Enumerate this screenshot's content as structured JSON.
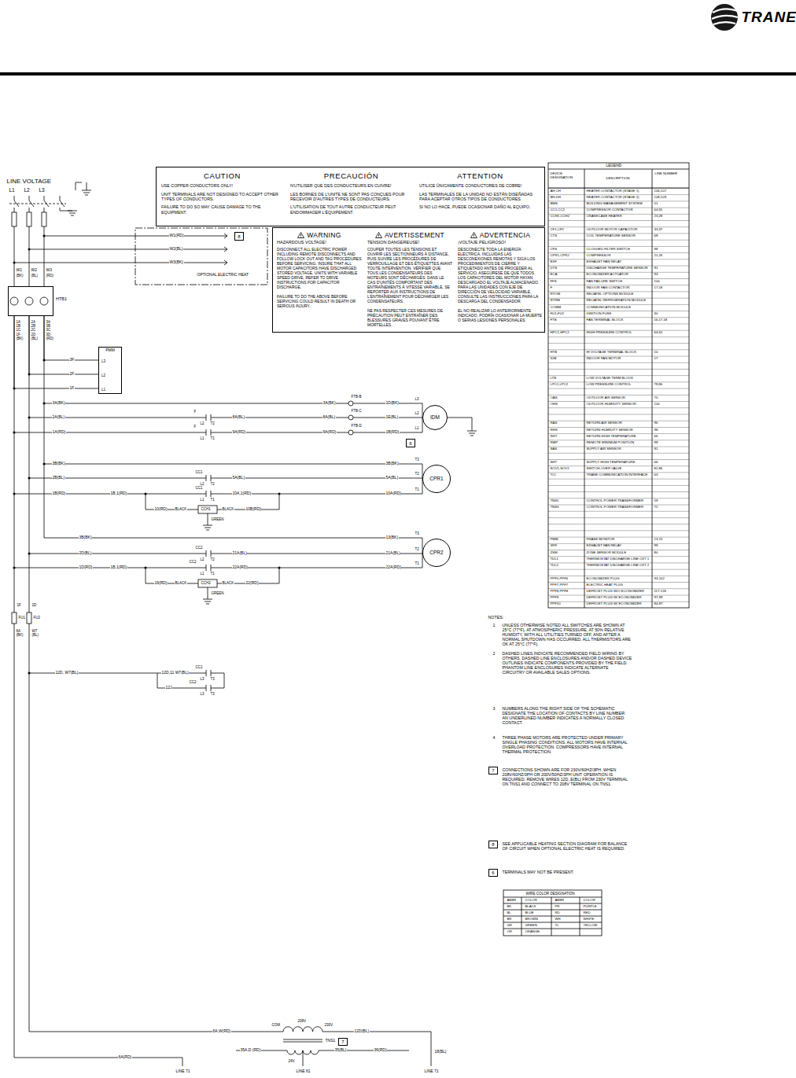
{
  "diagram": {
    "nodes": [
      {
        "text": [
          "CAUTION",
          "USE COPPER CONDUCTORS ONLY!",
          "UNIT TERMINALS ARE NOT DESIGNED TO ACCEPT OTHER TYPES OF CONDUCTORS.",
          "FAILURE TO DO SO MAY CAUSE DAMAGE TO THE EQUIPMENT.",
          "PRECAUCIÓN",
          "N'UTILISER QUE DES CONDUCTEURS EN CUIVRE!",
          "LES BORNES DE L'UNITE NE SONT PAS CONÇUES POUR RECEVOIR D'AUTRES TYPES DE CONDUCTEURS.",
          "L'UTILISATION DE TOUT AUTRE CONDUCTEUR PEUT ENDOMMAGER L'ÉQUIPEMENT.",
          "ATTENTION",
          "UTILICE ÚNICAMENTE CONDUCTORES DE COBRE!",
          "LAS TERMINALES DE LA UNIDAD NO ESTÁN DISEÑADAS PARA ACEPTAR OTROS TIPOS DE CONDUCTORES.",
          "SI NO LO HACE, PUEDE OCASIONAR DAÑO AL EQUIPO."
        ]
      },
      {
        "text": [
          "WARNING",
          "HAZARDOUS VOLTAGE!",
          "DISCONNECT ALL ELECTRIC POWER INCLUDING REMOTE DISCONNECTS AND FOLLOW LOCK OUT AND TAG PROCEDURES BEFORE SERVICING. INSURE THAT ALL MOTOR CAPACITORS HAVE DISCHARGED STORED VOLTAGE. UNITS WITH VARIABLE SPEED DRIVE, REFER TO DRIVE INSTRUCTIONS FOR CAPACITOR DISCHARGE.",
          "FAILURE TO DO THE ABOVE BEFORE SERVICING COULD RESULT IN DEATH OR SERIOUS INJURY.",
          "AVERTISSEMENT",
          "TENSION DANGEREUSE!",
          "COUPER TOUTES LES TENSIONS ET OUVRIR LES SECTIONNEURS À DISTANCE, PUIS SUIVRE LES PROCÉDURES DE VERROUILLAGE ET DES ÉTIQUETTES AVANT TOUTE INTERVENTION. VÉRIFIER QUE TOUS LES CONDENSATEURS DES MOTEURS SONT DÉCHARGÉS. DANS LE CAS D'UNITÉS COMPORTANT DES ENTRAÎNEMENTS À VITESSE VARIABLE, SE REPORTER AUX INSTRUCTIONS DE L'ENTRAÎNEMENT POUR DÉCHARGER LES CONDENSATEURS.",
          "NE PAS RESPECTER CES MESURES DE PRÉCAUTION PEUT ENTRAÎNER DES BLESSURES GRAVES POUVANT ÊTRE MORTELLES.",
          "ADVERTENCIA",
          "¡VOLTAJE PELIGROSO!",
          "DESCONECTE TODA LA ENERGÍA ELÉCTRICA, INCLUIDAS LAS DESCONEXIONES REMOTAS Y SIGA LOS PROCEDIMIENTOS DE CIERRE Y ETIQUETADO ANTES DE PROCEDER AL SERVICIO. ASEGÚRESE DE QUE TODOS LOS CAPACITORES DEL MOTOR HAYAN DESCARGADO EL VOLTAJE ALMACENADO. PARA LAS UNIDADES CON EJE DE DIRECCIÓN DE VELOCIDAD VARIABLE, CONSULTE LAS INSTRUCCIONES PARA LA DESCARGA DEL CONDENSADOR.",
          "EL NO REALIZAR LO ANTERIORMENTE INDICADO, PODRÍA OCASIONAR LA MUERTE O SERIAS LESIONES PERSONALES."
        ]
      },
      {
        "text": [
          "8"
        ]
      },
      {
        "text": [
          "HTB1"
        ]
      },
      {
        "text": [
          "PMM",
          "L3",
          "L2",
          "L1"
        ]
      },
      {
        "text": [
          "IDM"
        ]
      },
      {
        "text": [
          "6"
        ]
      },
      {
        "text": [
          "CPR1"
        ]
      },
      {
        "text": [
          "CPR2"
        ]
      },
      {
        "text": [
          "7"
        ]
      },
      {
        "text": [
          "7"
        ]
      },
      {
        "text": [
          "8"
        ]
      },
      {
        "text": [
          "6"
        ]
      }
    ],
    "edges": [
      {
        "from": 3,
        "to": 4,
        "arrow": "none"
      },
      {
        "from": 3,
        "to": 4,
        "arrow": "none"
      },
      {
        "from": 3,
        "to": 4,
        "arrow": "none"
      }
    ],
    "labels": [
      "TRANE",
      "LINE VOLTAGE",
      "L1",
      "L2",
      "L3",
      "W1",
      "W2",
      "W3",
      "(BK)",
      "(BL)",
      "(RD)",
      "1A 1B 1C 1F (BK)",
      "2A 2B 2C 2D (BL)",
      "3A 3B 3C 3D (RD)",
      "W1(RD)",
      "W2(BL)",
      "W3(BK)",
      "OPTIONAL ELECTRIC HEAT",
      "3F",
      "2F",
      "1F",
      "3A(BK)",
      "2A(BL)",
      "1A(RD)",
      "F",
      "L2",
      "T2",
      "F",
      "L1",
      "T1",
      "8A(BL)",
      "9A(RD)",
      "FTB-B",
      "FTB-C",
      "FTB-D",
      "3A(BK)",
      "8A(BL)",
      "9A(RD)",
      "1D(BK)",
      "1E(BL)",
      "1B(RD)",
      "L3",
      "L2",
      "L1",
      "3B(BK)",
      "2B(BL)",
      "1B(RD)",
      "CC1",
      "L2",
      "T2",
      "CC1",
      "L1",
      "T1",
      "5A(BL)",
      "1B,1(RD)",
      "10A,1(RD)",
      "3B(BK)",
      "T3",
      "5A(BL)",
      "T2",
      "10A(RD)",
      "T1",
      "10(RD)",
      "BLACK",
      "CCH1",
      "BLACK",
      "10B(RD)",
      "GREEN",
      "3B(BK)",
      "2D(BL)",
      "1D(RD)",
      "1B,1(RD)",
      "CC2",
      "L2",
      "T2",
      "CC2",
      "L1",
      "T1",
      "21A(BL)",
      "22A(RD)",
      "13(BK)",
      "T3",
      "21A(BL)",
      "T2",
      "22A(RD)",
      "T1",
      "16(RD)",
      "BLACK",
      "CCH2",
      "BLACK",
      "22(RD)",
      "GREEN",
      "1F",
      "2D",
      "FU1",
      "FU2",
      "6A (BK)",
      "W7 (BL)",
      "12D, W7(BL)",
      "12D,11 W7(BL)",
      "CC1",
      "L3",
      "T3",
      "12J",
      "CC2",
      "L3",
      "T3",
      "6A,W(RD)",
      "COM",
      "208V",
      "230V",
      "12D(BL)",
      "TNS1",
      "24V",
      "35A,D (RD)",
      "35(BL)",
      "36(RD)",
      "6A(RD)",
      "18(BL)",
      "LINE 71",
      "LINE 61",
      "LINE 71",
      "LEGEND",
      "DEVICE DESIGNATION",
      "DESCRIPTION",
      "LINE NUMBER",
      "AH,CH",
      "HEATER CONTACTOR (STAGE 1)",
      "106,107",
      "BH,DH",
      "HEATER CONTACTOR (STAGE 2)",
      "108,109",
      "BMS",
      "BUILDING MANAGEMENT SYSTEM",
      "51",
      "CC1,CC2",
      "COMPRESSOR CONTACTOR",
      "64,65",
      "CCH1,CCH2",
      "CRANKCASE HEATER",
      "23,28",
      "CF1,CF2",
      "OUTDOOR MOTOR CAPACITOR",
      "33,37",
      "CTS",
      "COIL TEMPERATURE SENSOR",
      "68",
      "CFS",
      "CLOGGED FILTER SWITCH",
      "98",
      "CPR1,CPR2",
      "COMPRESSOR",
      "21,26",
      "EXF",
      "EXHAUST FAN RELAY",
      "DTS",
      "DISCHARGE TEMPERATURE SENSOR",
      "91",
      "ECA",
      "ECONOMIZER ACTUATOR",
      "93",
      "FFS",
      "FAN FAILURE SWITCH",
      "100",
      "F",
      "INDOOR FAN CONTACTOR",
      "17,18",
      "RTOM",
      "RELIATEL OPTIONS MODULE",
      "RTRM",
      "RELIATEL REFRIGERATION MODULE",
      "COMM",
      "COMMUNICATION MODULE",
      "FU1,FU2",
      "IGNITION FUSE",
      "30",
      "FTB",
      "FAN TERMINAL BLOCK",
      "16,17,18",
      "HPC1,HPC2",
      "HIGH PRESSURE CONTROL",
      "64,65",
      "HTB",
      "HI VOLTAGE TERMINAL BLOCK",
      "10",
      "IDM",
      "INDOOR FAN MOTOR",
      "17",
      "LTB",
      "LOW VOLTAGE TERM BLOCK",
      "LPC1,LPC2",
      "LOW PRESSURE CONTROL",
      "78,80",
      "OAS",
      "OUTDOOR AIR SENSOR",
      "70",
      "OHS",
      "OUTDOOR HUMIDITY SENSOR",
      "100",
      "RAS",
      "RETURN AIR SENSOR",
      "96",
      "RHS",
      "RETURN HUMIDITY SENSOR",
      "98",
      "RHT",
      "RETURN HIGH TEMPERATURE",
      "66",
      "RMP",
      "REMOTE MINIMUM POSITION",
      "98",
      "SAS",
      "SUPPLY AIR SENSOR",
      "91",
      "SHT",
      "SUPPLY HIGH TEMPERATURE",
      "66",
      "SOV1,SOV2",
      "SWITCH-OVER VALVE",
      "81,86",
      "TCI",
      "TRANE COMMUNICATION INTERFACE",
      "63",
      "TNS1",
      "CONTROL POWER TRANSFORMER",
      "59",
      "TNS3",
      "CONTROL POWER TRANSFORMER",
      "72",
      "PMM",
      "PHASE MONITOR",
      "13-15",
      "XFR",
      "EXHAUST FAN RELAY",
      "99",
      "ZSM",
      "ZONE SENSOR MODULE",
      "80",
      "TDL1",
      "THERMOSTAT DISCHARGE LINE CKT 1",
      "TDL2",
      "THERMOSTAT DISCHARGE LINE CKT 2",
      "PPF5,PPF6",
      "ECONOMIZER PLUG",
      "93-102",
      "PPF7,PPF7",
      "ELECTRIC HEAT PLUG",
      "PPF8,PPF8",
      "DEFROST PLUG W/O ECONOMIZER",
      "117-126",
      "PPF9",
      "DEFROST PLUG W/ ECONOMIZER",
      "97-99",
      "PPF10",
      "DEFROST PLUG W/ ECONOMIZER",
      "84-87",
      "NOTES:",
      "1",
      "UNLESS OTHERWISE NOTED ALL SWITCHES ARE SHOWN AT 25°C (77°F), AT ATMOSPHERIC PRESSURE, AT 50% RELATIVE HUMIDITY, WITH ALL UTILITIES TURNED OFF, AND AFTER A NORMAL SHUTDOWN HAS OCCURRED. ALL THERMISTORS ARE OK AT 25°C (77°F).",
      "2",
      "DASHED LINES INDICATE RECOMMENDED FIELD WIRING BY OTHERS. DASHED LINE ENCLOSURES AND/OR DASHED DEVICE OUTLINES INDICATE COMPONENTS PROVIDED BY THE FIELD. PHANTOM LINE ENCLOSURES INDICATE ALTERNATE CIRCUITRY OR AVAILABLE SALES OPTIONS.",
      "3",
      "NUMBERS ALONG THE RIGHT SIDE OF THE SCHEMATIC DESIGNATE THE LOCATION OF CONTACTS BY LINE NUMBER. AN UNDERLINED NUMBER INDICATES A NORMALLY CLOSED CONTACT.",
      "4",
      "THREE PHASE MOTORS ARE PROTECTED UNDER PRIMARY SINGLE PHASING CONDITIONS. ALL MOTORS HAVE INTERNAL OVERLOAD PROTECTION. COMPRESSORS HAVE INTERNAL THERMAL PROTECTION.",
      "CONNECTIONS SHOWN ARE FOR 230V/60HZ/3PH. WHEN 208V/60HZ/3PH OR 200V/50HZ/3PH UNIT OPERATION IS REQUIRED, REMOVE WIRES 12D, E(BL) FROM 230V TERMINAL ON TNS1 AND CONNECT TO 208V TERMINAL ON TNS1.",
      "SEE APPLICABLE HEATING SECTION DIAGRAM FOR BALANCE OF CIRCUIT WHEN OPTIONAL ELECTRIC HEAT IS REQUIRED.",
      "TERMINALS MAY NOT BE PRESENT.",
      "WIRE COLOR DESIGNATION",
      "ABBR",
      "COLOR",
      "ABBR",
      "COLOR",
      "BK",
      "BLACK",
      "PR",
      "PURPLE",
      "BL",
      "BLUE",
      "RD",
      "RED",
      "BR",
      "BROWN",
      "WH",
      "WHITE",
      "GR",
      "GREEN",
      "YL",
      "YELLOW",
      "OR",
      "ORANGE"
    ]
  }
}
